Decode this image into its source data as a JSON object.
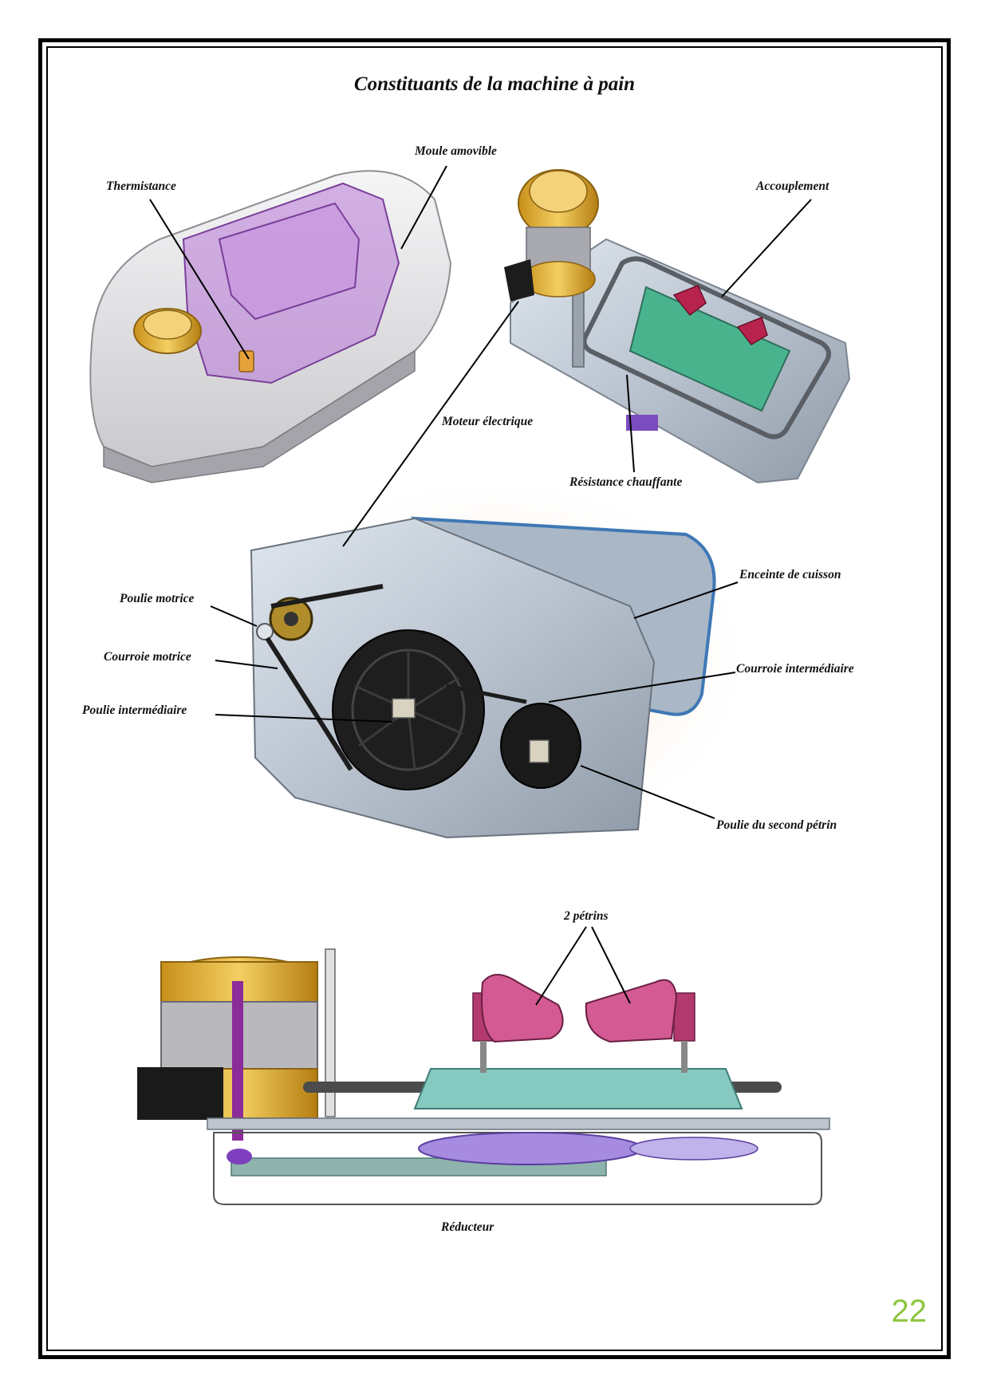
{
  "page": {
    "title": "Constituants de la machine à pain",
    "page_number": "22"
  },
  "labels": {
    "moule_amovible": "Moule amovible",
    "thermistance": "Thermistance",
    "accouplement": "Accouplement",
    "moteur_electrique": "Moteur  électrique",
    "resistance_chauffante": "Résistance chauffante",
    "enceinte_cuisson": "Enceinte de cuisson",
    "poulie_motrice": "Poulie motrice",
    "courroie_motrice": "Courroie motrice",
    "poulie_intermediaire": "Poulie intermédiaire",
    "courroie_intermediaire": "Courroie intermédiaire",
    "poulie_second_petrin": "Poulie du second pétrin",
    "deux_petrins": "2 pétrins",
    "reducteur": "Réducteur"
  },
  "colors": {
    "motor_gold": "#e3b43a",
    "mold_purple": "#9b5bb8",
    "kneader_pink": "#d04f8a",
    "reducer_teal": "#7fbfb8",
    "gear_purple": "#8a6ad0",
    "page_number_green": "#8cc63f"
  }
}
